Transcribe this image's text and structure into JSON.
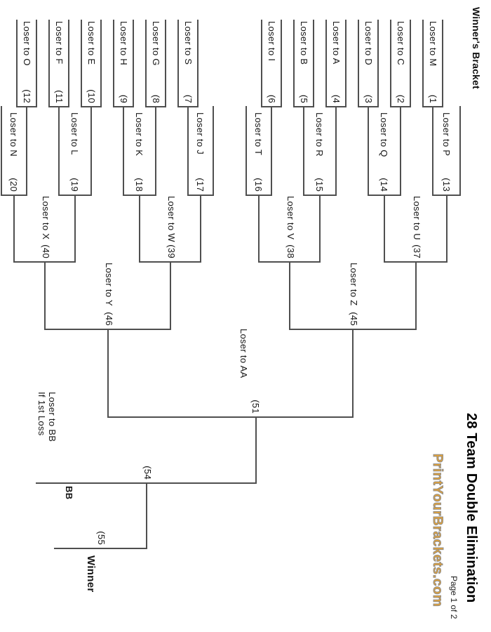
{
  "page": {
    "winners_bracket_label": "Winner's Bracket",
    "title": "28 Team Double Elimination",
    "page_label": "Page 1 of 2",
    "site_logo": "PrintYourBrackets.com",
    "colors": {
      "line": "#4f4f4f",
      "text": "#161616",
      "logo_fill": "#E6A233",
      "logo_outline": "#8f8f8f"
    }
  },
  "bracket": {
    "round1_games": [
      {
        "num": "(1",
        "loser_to": "Loser to M"
      },
      {
        "num": "(2",
        "loser_to": "Loser to C"
      },
      {
        "num": "(3",
        "loser_to": "Loser to D"
      },
      {
        "num": "(4",
        "loser_to": "Loser to A"
      },
      {
        "num": "(5",
        "loser_to": "Loser to B"
      },
      {
        "num": "(6",
        "loser_to": "Loser to I"
      },
      {
        "num": "(7",
        "loser_to": "Loser to S"
      },
      {
        "num": "(8",
        "loser_to": "Loser to G"
      },
      {
        "num": "(9",
        "loser_to": "Loser to H"
      },
      {
        "num": "(10",
        "loser_to": "Loser to E"
      },
      {
        "num": "(11",
        "loser_to": "Loser to F"
      },
      {
        "num": "(12",
        "loser_to": "Loser to O"
      }
    ],
    "round2_games": [
      {
        "num": "(13",
        "loser_to": "Loser to P"
      },
      {
        "num": "(14",
        "loser_to": "Loser to Q"
      },
      {
        "num": "(15",
        "loser_to": "Loser to R"
      },
      {
        "num": "(16",
        "loser_to": "Loser to T"
      },
      {
        "num": "(17",
        "loser_to": "Loser to J"
      },
      {
        "num": "(18",
        "loser_to": "Loser to K"
      },
      {
        "num": "(19",
        "loser_to": "Loser to L"
      },
      {
        "num": "(20",
        "loser_to": "Loser to N"
      }
    ],
    "round3_games": [
      {
        "num": "(37",
        "loser_to": "Loser to U"
      },
      {
        "num": "(38",
        "loser_to": "Loser to V"
      },
      {
        "num": "(39",
        "loser_to": "Loser to W"
      },
      {
        "num": "(40",
        "loser_to": "Loser to X"
      }
    ],
    "round4_games": [
      {
        "num": "(45",
        "loser_to": "Loser to Z"
      },
      {
        "num": "(46",
        "loser_to": "Loser to Y"
      }
    ],
    "winners_final": {
      "num": "(51",
      "loser_to": "Loser to AA"
    },
    "championship": {
      "num": "(54",
      "loser_note_line1": "Loser to BB",
      "loser_note_line2": "If 1st Loss"
    },
    "if_necessary_game": {
      "num": "(55",
      "feeder_label": "BB"
    },
    "winner_label": "Winner"
  }
}
